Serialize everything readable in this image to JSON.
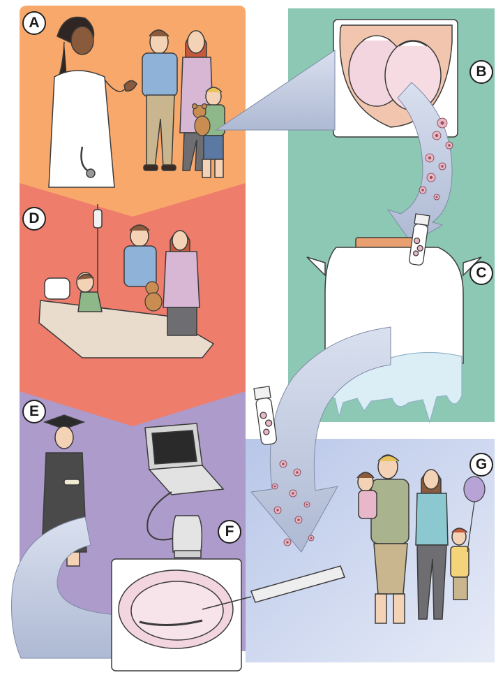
{
  "panels": [
    {
      "id": "A",
      "label": "A",
      "scene": "doctor-consulting-family",
      "color": "#f7a86a"
    },
    {
      "id": "B",
      "label": "B",
      "scene": "testis-biopsy",
      "color": "#8cc8b3"
    },
    {
      "id": "C",
      "label": "C",
      "scene": "cryopreservation-tank",
      "color": "#8cc8b3"
    },
    {
      "id": "D",
      "label": "D",
      "scene": "child-in-hospital-bed",
      "color": "#ef7d6c"
    },
    {
      "id": "E",
      "label": "E",
      "scene": "graduate-adult",
      "color": "#ac9bcb"
    },
    {
      "id": "F",
      "label": "F",
      "scene": "ultrasound-guided-transplantation",
      "color": "#ac9bcb"
    },
    {
      "id": "G",
      "label": "G",
      "scene": "family-with-children",
      "color": "#c9d3ee"
    }
  ],
  "icons": [
    "stethoscope-icon",
    "teddy-bear-icon",
    "cryovial-icon",
    "laptop-icon",
    "ultrasound-probe-icon",
    "syringe-icon",
    "balloon-icon",
    "graduation-cap-icon"
  ],
  "colors": {
    "arrow": "#c9d2e6",
    "cell": "#e7b7c2",
    "cell_core": "#9a4e63",
    "ice": "#dbeef6",
    "skin": "#f4d2b5",
    "outline": "#3b3b3b"
  }
}
